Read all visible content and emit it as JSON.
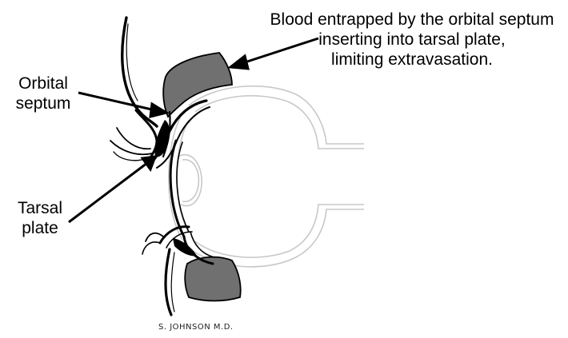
{
  "labels": {
    "callout": {
      "line1": "Blood entrapped by the orbital septum",
      "line2": "inserting into tarsal plate,",
      "line3": "limiting extravasation."
    },
    "orbital_septum": {
      "line1": "Orbital",
      "line2": "septum"
    },
    "tarsal_plate": {
      "line1": "Tarsal",
      "line2": "plate"
    }
  },
  "signature": "S. JOHNSON M.D.",
  "colors": {
    "blood": "#707070",
    "ink": "#000000",
    "globe_outline": "#c8c8c8",
    "background": "#ffffff"
  }
}
